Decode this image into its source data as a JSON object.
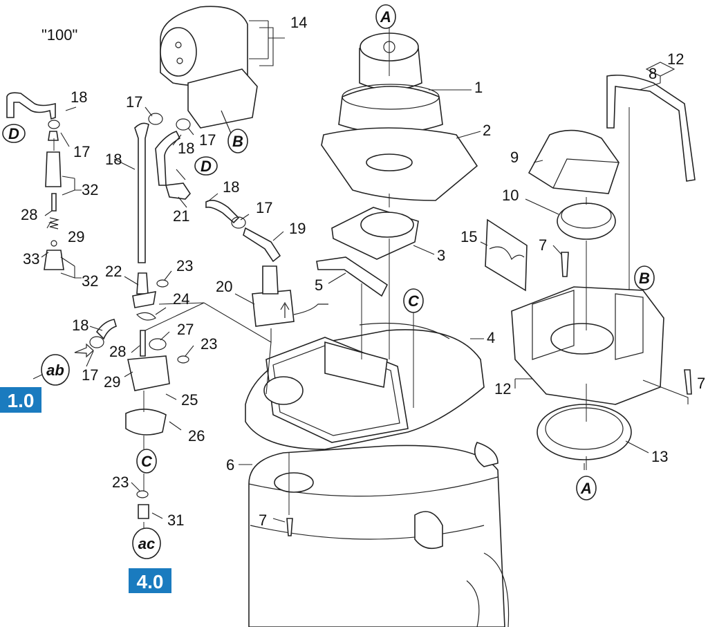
{
  "model_label": "\"100\"",
  "badges": {
    "b1": "1.0",
    "b2": "4.0",
    "color": "#1a7bbf"
  },
  "refs": {
    "A": "A",
    "B": "B",
    "C": "C",
    "D": "D",
    "ab": "ab",
    "ac": "ac"
  },
  "parts": {
    "p1": "1",
    "p2": "2",
    "p3": "3",
    "p4": "4",
    "p5": "5",
    "p6": "6",
    "p7": "7",
    "p8": "8",
    "p9": "9",
    "p10": "10",
    "p12": "12",
    "p13": "13",
    "p14": "14",
    "p15": "15",
    "p17": "17",
    "p18": "18",
    "p19": "19",
    "p20": "20",
    "p21": "21",
    "p22": "22",
    "p23": "23",
    "p24": "24",
    "p25": "25",
    "p26": "26",
    "p27": "27",
    "p28": "28",
    "p29": "29",
    "p31": "31",
    "p32": "32",
    "p33": "33"
  }
}
